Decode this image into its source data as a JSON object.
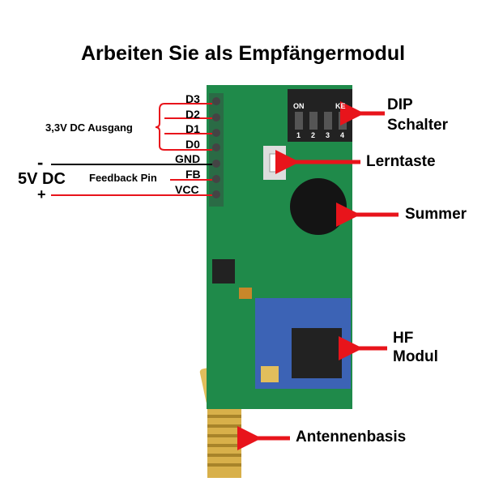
{
  "title": "Arbeiten Sie als Empfängermodul",
  "pins": {
    "d3": "D3",
    "d2": "D2",
    "d1": "D1",
    "d0": "D0",
    "gnd": "GND",
    "fb": "FB",
    "vcc": "VCC"
  },
  "left_labels": {
    "output": "3,3V DC Ausgang",
    "minus": "-",
    "supply": "5V DC",
    "plus": "+",
    "feedback": "Feedback Pin"
  },
  "callouts": {
    "dip_line1": "DIP",
    "dip_line2": "Schalter",
    "learn": "Lerntaste",
    "buzzer": "Summer",
    "rf_line1": "HF",
    "rf_line2": "Modul",
    "antenna": "Antennenbasis"
  },
  "dip_labels": {
    "on": "ON",
    "ke": "KE",
    "n1": "1",
    "n2": "2",
    "n3": "3",
    "n4": "4"
  },
  "colors": {
    "arrow": "#e8141b",
    "pcb": "#1f8a4a",
    "rf_module": "#3c63b5",
    "gold": "#c9a23a"
  }
}
